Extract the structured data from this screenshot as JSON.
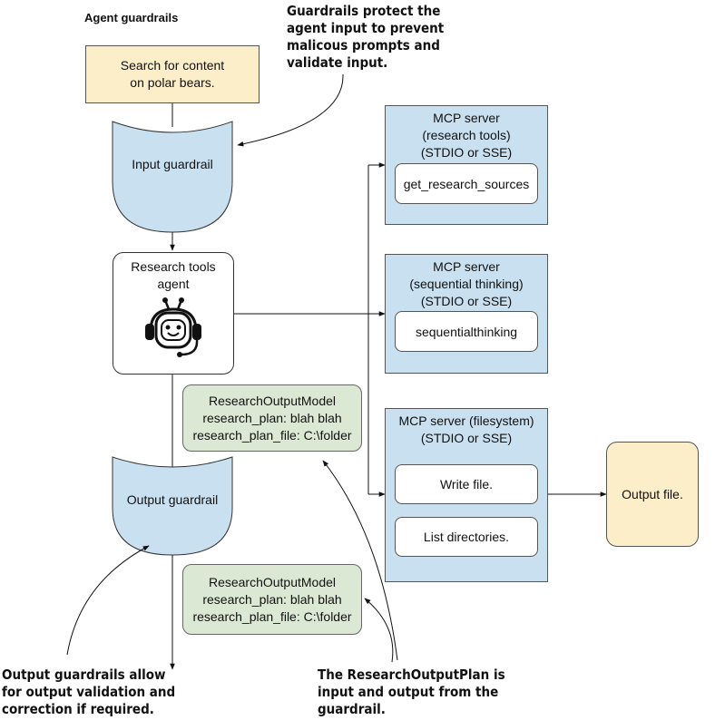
{
  "title": "Agent guardrails",
  "annotations": {
    "input_note": "Guardrails protect the\nagent input to prevent\nmalicous prompts and\nvalidate input.",
    "output_note": "Output guardrails allow\nfor output validation and\ncorrection if required.",
    "plan_note": "The ResearchOutputPlan is\ninput and output from the\nguardrail."
  },
  "query": {
    "line1": "Search for content",
    "line2": "on polar bears."
  },
  "input_guardrail": "Input guardrail",
  "output_guardrail": "Output guardrail",
  "agent": {
    "line1": "Research tools",
    "line2": "agent",
    "icon": "robot-headset-icon"
  },
  "models": [
    {
      "line1": "ResearchOutputModel",
      "line2": "research_plan: blah blah",
      "line3": "research_plan_file: C:\\folder"
    },
    {
      "line1": "ResearchOutputModel",
      "line2": "research_plan: blah blah",
      "line3": "research_plan_file: C:\\folder"
    }
  ],
  "mcp_servers": [
    {
      "line1": "MCP server",
      "line2": "(research tools)",
      "line3": "(STDIO or SSE)",
      "tools": [
        "get_research_sources"
      ]
    },
    {
      "line1": "MCP server",
      "line2": "(sequential thinking)",
      "line3": "(STDIO or SSE)",
      "tools": [
        "sequentialthinking"
      ]
    },
    {
      "line1": "MCP server (filesystem)",
      "line2": "(STDIO or SSE)",
      "tools": [
        "Write file.",
        "List directories."
      ]
    }
  ],
  "output_file": "Output file.",
  "colors": {
    "query": "#fbeec9",
    "guardrail": "#c9e0f1",
    "model": "#dbe8d4",
    "mcp": "#c9e0f1",
    "output": "#fbeec9"
  }
}
